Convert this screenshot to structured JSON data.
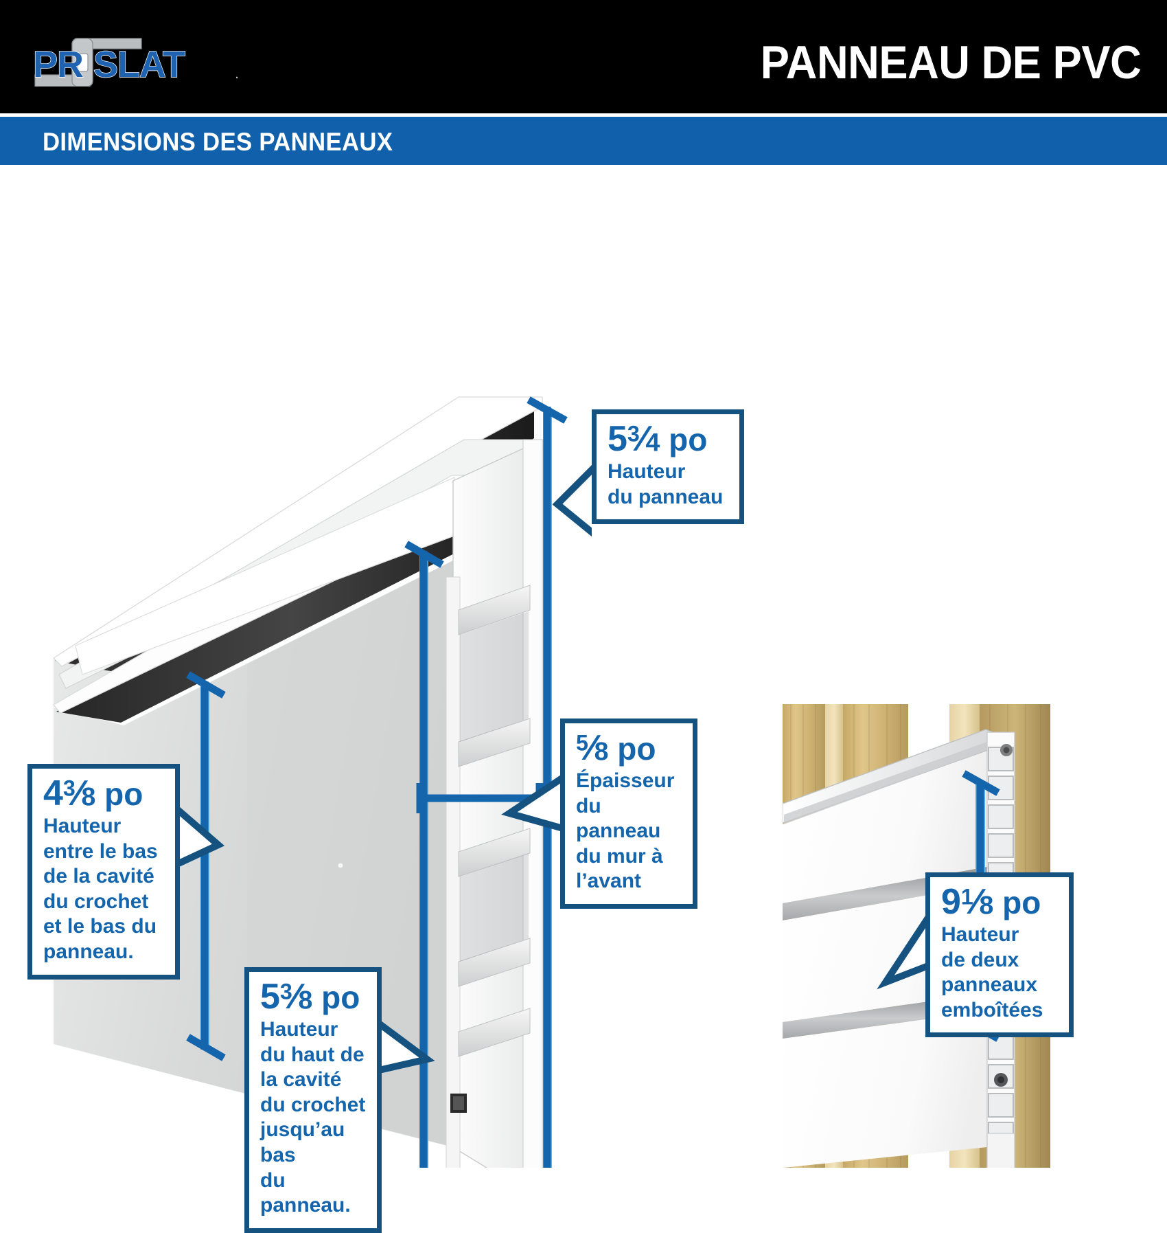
{
  "header": {
    "logo_text": "PROSLAT",
    "logo_mark": "proslat-logo",
    "title": "PANNEAU DE PVC",
    "background_color": "#000000",
    "title_color": "#ffffff"
  },
  "subheader": {
    "title": "DIMENSIONS DES PANNEAUX",
    "background_color": "#1060ab",
    "text_color": "#ffffff"
  },
  "theme": {
    "accent_blue": "#1565ad",
    "border_blue": "#15527f",
    "light_blue": "#5cb3e8",
    "arrow_blue": "#1565ad"
  },
  "callouts": [
    {
      "id": "panel-height",
      "whole": "5",
      "numerator": "3",
      "slash": "⁄",
      "denominator": "4",
      "unit": "po",
      "description": "Hauteur\ndu panneau"
    },
    {
      "id": "hook-cavity-bottom",
      "whole": "4",
      "numerator": "3",
      "slash": "⁄",
      "denominator": "8",
      "unit": "po",
      "description": "Hauteur\nentre le bas\nde la cavité\ndu crochet\net le bas du\npanneau."
    },
    {
      "id": "panel-thickness",
      "whole": "",
      "numerator": "5",
      "slash": "⁄",
      "denominator": "8",
      "unit": "po",
      "description": "Épaisseur\ndu panneau\ndu mur à\nl’avant"
    },
    {
      "id": "hook-cavity-top",
      "whole": "5",
      "numerator": "3",
      "slash": "⁄",
      "denominator": "8",
      "unit": "po",
      "description": "Hauteur\ndu haut de\nla cavité\ndu crochet\njusqu’au bas\ndu panneau."
    },
    {
      "id": "two-panels",
      "whole": "9",
      "numerator": "1",
      "slash": "⁄",
      "denominator": "8",
      "unit": "po",
      "description": "Hauteur\nde deux\npanneaux\nemboîtées"
    }
  ],
  "illustrations": {
    "left": "pvc-panel-cutaway-isometric",
    "right": "pvc-panel-wall-mounted-photo"
  }
}
